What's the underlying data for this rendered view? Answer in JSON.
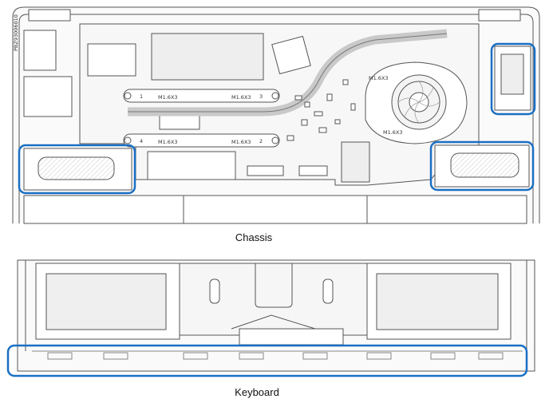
{
  "captions": {
    "chassis": "Chassis",
    "keyboard": "Keyboard"
  },
  "board_text": {
    "serial": "PBZ93006010",
    "screws": [
      "M1.6X3",
      "M1.6X3",
      "M1.6X3",
      "M1.6X3",
      "M1.6X3",
      "M1.6X3"
    ],
    "screw_numbers": [
      "1",
      "3",
      "4",
      "2"
    ]
  },
  "colors": {
    "highlight": "#1a6fc4",
    "line": "#555555",
    "fill": "#f2f2f2",
    "background": "#ffffff"
  }
}
